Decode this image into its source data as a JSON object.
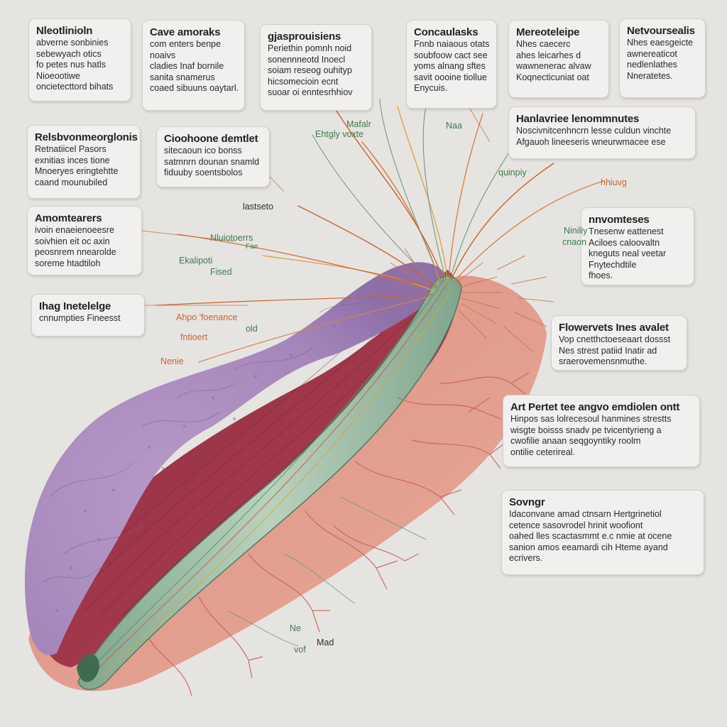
{
  "callouts": [
    {
      "title": "Nleotlinioln",
      "lines": [
        "abverne sonbinies",
        "sebewyach otics",
        "fo petes nus hatls",
        "Nioeootiwe",
        "oncietecttord bihats"
      ]
    },
    {
      "title": "Cave amoraks",
      "lines": [
        "com enters benpe",
        "noaivs",
        "cladies Inaf bornile",
        "sanita snamerus",
        "coaed sibuuns oaytarl."
      ]
    },
    {
      "title": "gjasprouisiens",
      "lines": [
        "Periethin pomnh noid",
        "sonennneotd Inoecl",
        "soiam reseog ouhityp",
        "hicsomecioin ecnt",
        "suoar oi enntesrhhiov"
      ]
    },
    {
      "title": "Concaulasks",
      "lines": [
        "Fnnb naiaous otats",
        "soubfoow cact see",
        "yoms alnang sftes",
        "savit oooine tiollue",
        "Enycuis."
      ]
    },
    {
      "title": "Mereoteleipe",
      "lines": [
        "Nhes caecerc",
        "ahes leicarhes d",
        "wawnenerac alvaw",
        "Koqnecticuniat oat"
      ]
    },
    {
      "title": "Netvoursealis",
      "lines": [
        "Nhes eaesgeicte",
        "awnereaticot",
        "nedlenlathes",
        "Nneratetes."
      ]
    },
    {
      "title": "Relsbvonmeorglonis",
      "lines": [
        "Retnatiicel Pasors",
        "exnitias inces tione",
        "Mnoeryes eringtehtte",
        "caand mounubiled"
      ]
    },
    {
      "title": "Cioohoone demtlet",
      "lines": [
        "sitecaoun ico bonss",
        "satmnrn dounan snamld",
        "fiduuby soentsbolos"
      ]
    },
    {
      "title": "Hanlavriee lenommnutes",
      "lines": [
        "Noscivnitcenhncrn lesse culdun vinchte",
        "Afgauoh lineeseris wneurwmacee ese"
      ]
    },
    {
      "title": "Amomtearers",
      "lines": [
        "ivoin enaeienoeesre",
        "soivhien eit oc axin",
        "peosnrem nnearolde",
        "soreme htadtiloh"
      ]
    },
    {
      "title": "nnvomteses",
      "lines": [
        "Tnesenw eattenest",
        "Aciloes caloovaltn",
        "kneguts neal veetar",
        "Fnytechdtile",
        "fhoes."
      ]
    },
    {
      "title": "Ihag Inetelelge",
      "lines": [
        "cnnumpties Fineesst"
      ]
    },
    {
      "title": "Flowervets Ines avalet",
      "lines": [
        "Vop cnetthctoeseaart dossst",
        "Nes strest patiid Inatir ad",
        "sraerovemensnmuthe."
      ]
    },
    {
      "title": "Art Pertet tee angvo emdiolen ontt",
      "lines": [
        "Hinpos sas lolrecesoul hanmines strestts",
        "wisgte boisss snadv pe tvicentyrieng a",
        "cwofilie anaan seqgoyntiky roolm",
        "ontilie ceterireal."
      ]
    },
    {
      "title": "Sovngr",
      "lines": [
        "Idaconvane amad ctnsarn Hertgrinetiol",
        "cetence sasovrodel hrinit woofiont",
        "oahed lles scactasmmt e.c nmie at ocene",
        "sanion amos eeamardi cih Hteme ayand",
        "ecrivers."
      ]
    }
  ],
  "labels": [
    {
      "text": "Mafalr",
      "color": "#3d7a4e"
    },
    {
      "text": "Ehtgly voxte",
      "color": "#3d7a4e"
    },
    {
      "text": "Naa",
      "color": "#3d7a4e"
    },
    {
      "text": "quinpiy",
      "color": "#3d7a4e"
    },
    {
      "text": "hhiuvg",
      "color": "#c8642e"
    },
    {
      "text": "lastseto",
      "color": "#2d2d2d"
    },
    {
      "text": "Nluiotoerrs",
      "color": "#3d7a4e"
    },
    {
      "text": "Fae",
      "color": "#3d7a4e"
    },
    {
      "text": "Niniliy",
      "color": "#3d7a4e"
    },
    {
      "text": "cnaon",
      "color": "#3d7a4e"
    },
    {
      "text": "Ekalipoti",
      "color": "#3d7a4e"
    },
    {
      "text": "Fised",
      "color": "#3d7a4e"
    },
    {
      "text": "Ahpo 'foenance",
      "color": "#c8642e"
    },
    {
      "text": "fntioert",
      "color": "#c8642e"
    },
    {
      "text": "old",
      "color": "#3d7a4e"
    },
    {
      "text": "Nenie",
      "color": "#c8642e"
    },
    {
      "text": "Ne",
      "color": "#3d7a4e"
    },
    {
      "text": "Mad",
      "color": "#2d2d2d"
    },
    {
      "text": "vof",
      "color": "#3d7a4e"
    }
  ]
}
